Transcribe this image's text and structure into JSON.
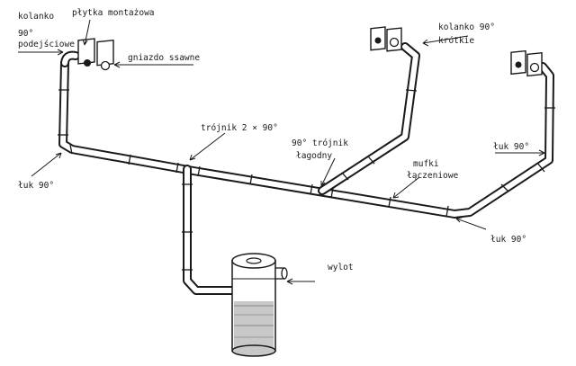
{
  "labels": {
    "kolanko_podejsciowe": [
      "kolanko",
      "90°",
      "podejściowe"
    ],
    "plytka_montazowa": "płytka montażowa",
    "gniazdo_ssawne": "gniazdo ssawne",
    "kolanko_krotkie": [
      "kolanko 90°",
      "krótkie"
    ],
    "trojnik_2x90": "trójnik 2 × 90°",
    "trojnik_lagodny": [
      "90° trójnik",
      "łagodny"
    ],
    "mufki": [
      "mufki",
      "łączeniowe"
    ],
    "luk_left": "łuk 90°",
    "luk_right_top": "łuk 90°",
    "luk_right_bottom": "łuk 90°",
    "wylot": "wylot"
  }
}
